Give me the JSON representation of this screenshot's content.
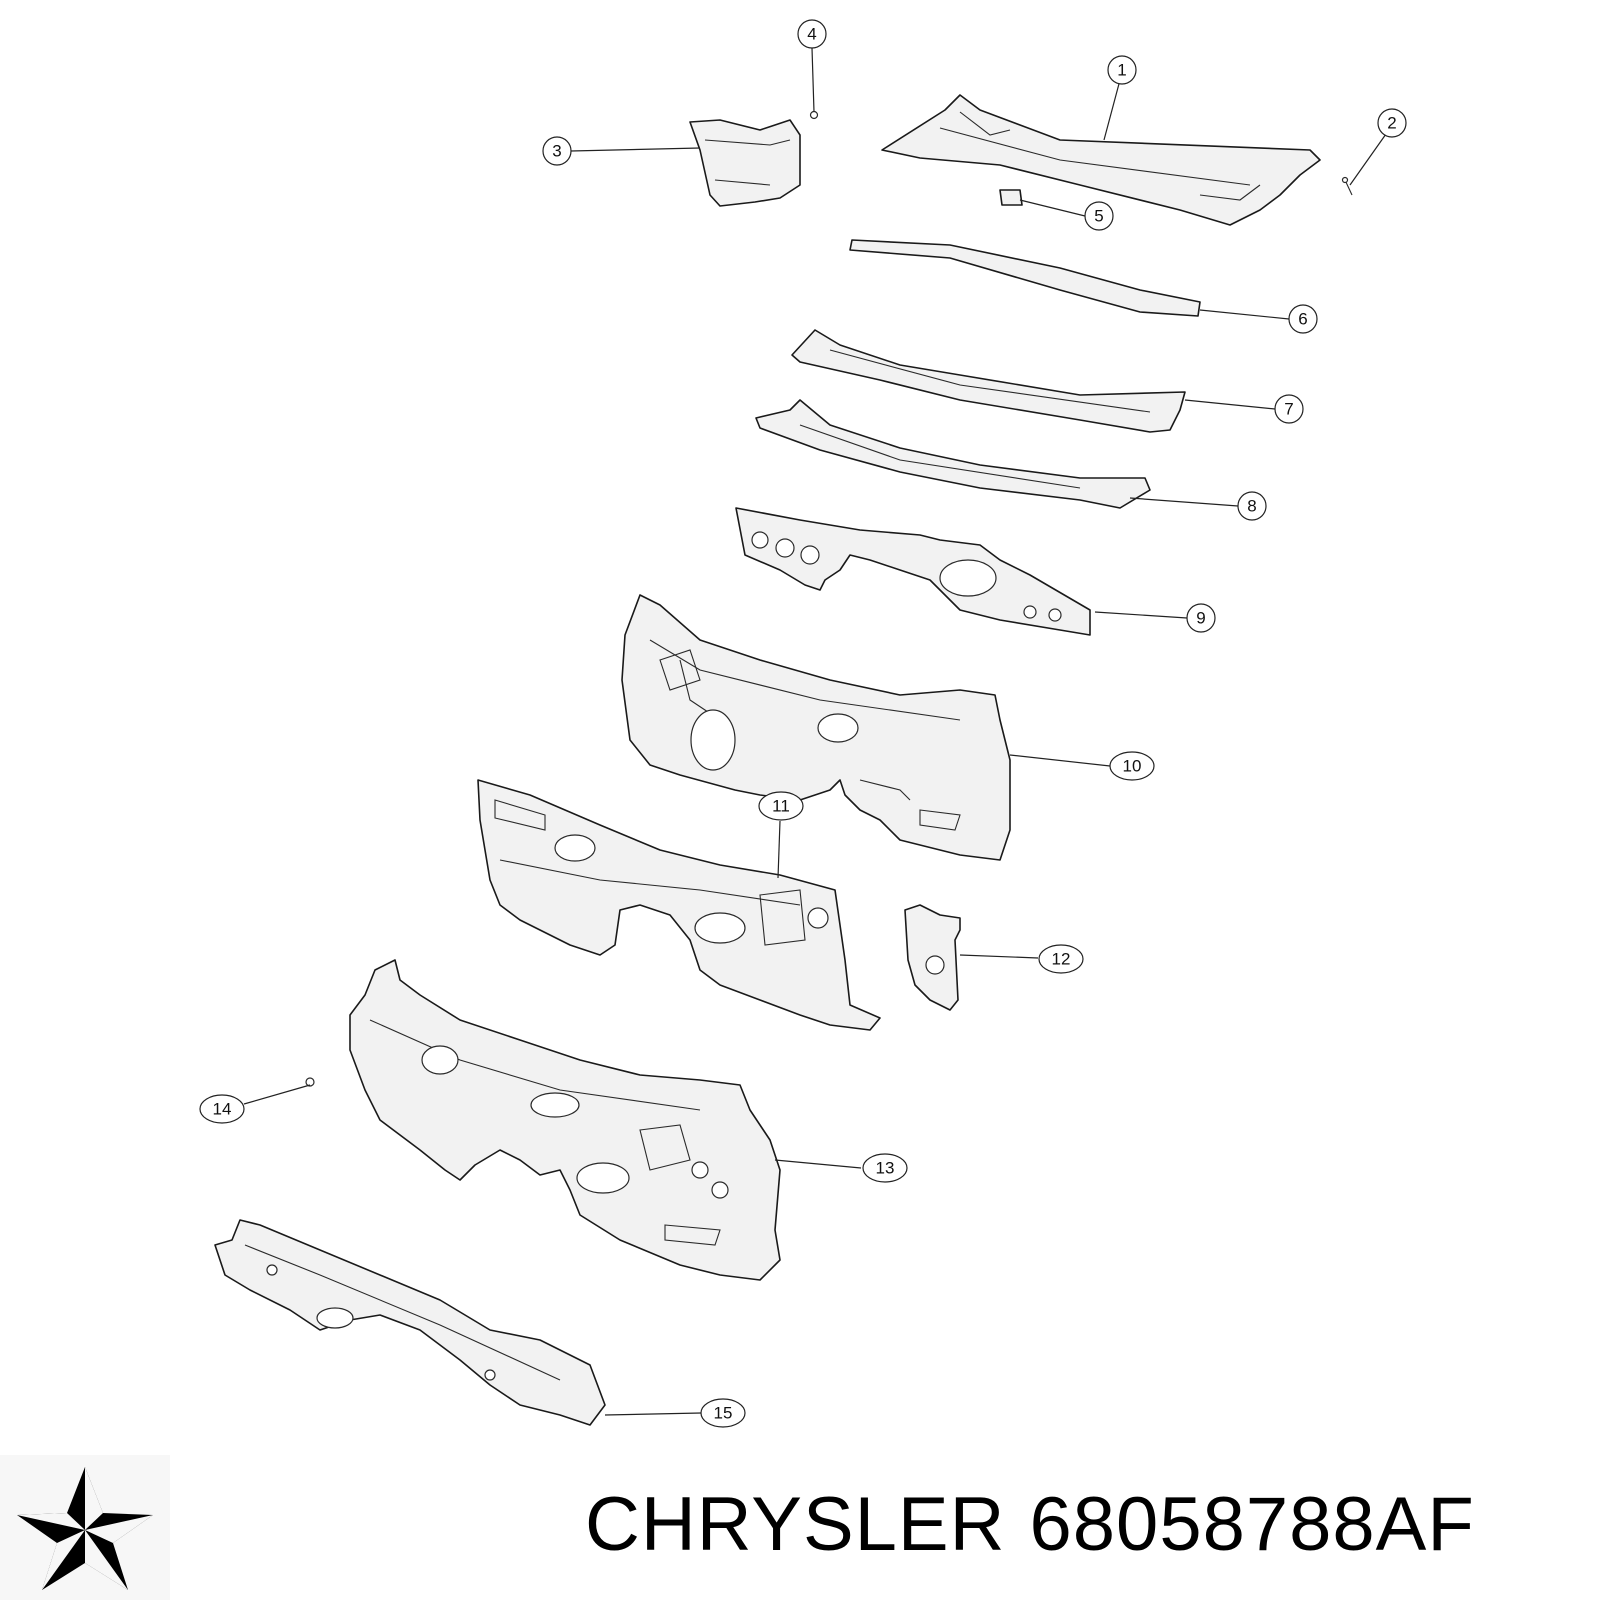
{
  "diagram": {
    "callouts": [
      {
        "id": "1",
        "label": "1"
      },
      {
        "id": "2",
        "label": "2"
      },
      {
        "id": "3",
        "label": "3"
      },
      {
        "id": "4",
        "label": "4"
      },
      {
        "id": "5",
        "label": "5"
      },
      {
        "id": "6",
        "label": "6"
      },
      {
        "id": "7",
        "label": "7"
      },
      {
        "id": "8",
        "label": "8"
      },
      {
        "id": "9",
        "label": "9"
      },
      {
        "id": "10",
        "label": "10"
      },
      {
        "id": "11",
        "label": "11"
      },
      {
        "id": "12",
        "label": "12"
      },
      {
        "id": "13",
        "label": "13"
      },
      {
        "id": "14",
        "label": "14"
      },
      {
        "id": "15",
        "label": "15"
      }
    ]
  },
  "footer": {
    "brand": "CHRYSLER",
    "part_number": "68058788AF",
    "logo_icon": "chrysler-pentastar-icon"
  }
}
